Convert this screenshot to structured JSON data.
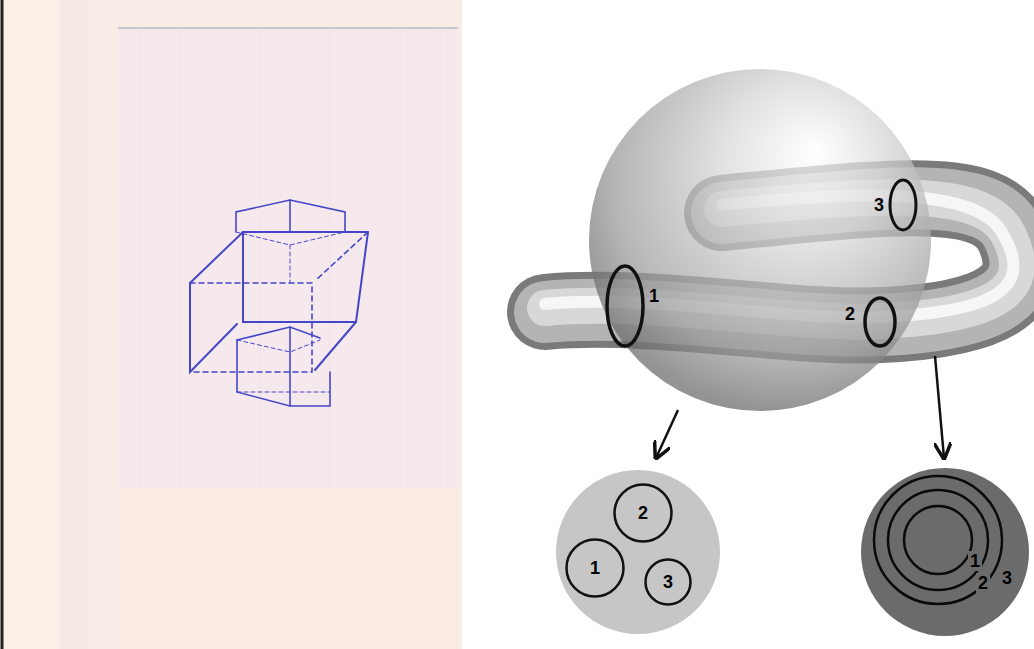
{
  "diagram": {
    "nodes": [
      {
        "text": [
          "2"
        ]
      },
      {
        "text": [
          "1"
        ]
      },
      {
        "text": [
          "3"
        ]
      }
    ],
    "labels": [
      "3",
      "1",
      "2",
      "1",
      "2",
      "3"
    ]
  }
}
